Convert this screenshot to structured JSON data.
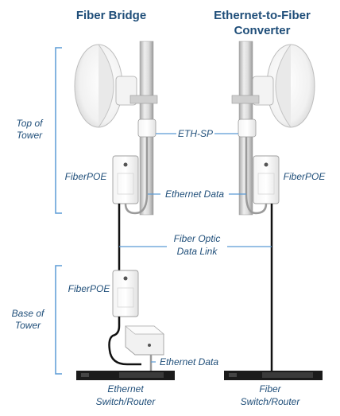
{
  "headers": {
    "left": "Fiber Bridge",
    "right_line1": "Ethernet-to-Fiber",
    "right_line2": "Converter"
  },
  "sections": {
    "top_line1": "Top of",
    "top_line2": "Tower",
    "base_line1": "Base of",
    "base_line2": "Tower"
  },
  "labels": {
    "eth_sp": "ETH-SP",
    "fiberpoe_left": "FiberPOE",
    "fiberpoe_right": "FiberPOE",
    "fiberpoe_base": "FiberPOE",
    "ethernet_data_top": "Ethernet Data",
    "ethernet_data_bottom": "Ethernet Data",
    "fiber_optic_line1": "Fiber Optic",
    "fiber_optic_line2": "Data Link",
    "ethernet_switch_line1": "Ethernet",
    "ethernet_switch_line2": "Switch/Router",
    "fiber_switch_line1": "Fiber",
    "fiber_switch_line2": "Switch/Router"
  },
  "colors": {
    "label_text": "#1f4e79",
    "bracket": "#5b9bd5",
    "leader": "#5b9bd5",
    "cable": "#111111",
    "pole": "#d7d7d7",
    "device": "#ffffff"
  }
}
